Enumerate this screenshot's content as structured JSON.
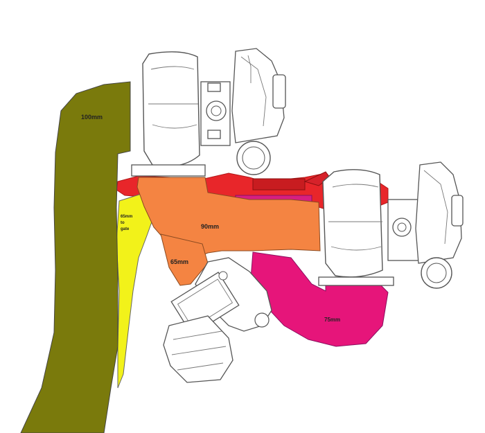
{
  "labels": {
    "pipe_100": "100mm",
    "pipe_90": "90mm",
    "pipe_65": "65mm",
    "pipe_75": "75mm",
    "gate_line1": "65mm",
    "gate_line2": "to",
    "gate_line3": "gate"
  },
  "colors": {
    "pipe_100": "#7a7a0c",
    "pipe_90": "#f48442",
    "pipe_75": "#e6157a",
    "gate_pipe": "#f2f21a",
    "manifold_red": "#e8262a",
    "outline": "#555555"
  },
  "icons": [
    "large-turbocharger-icon",
    "small-turbocharger-icon",
    "wastegate-icon",
    "exhaust-manifold-icon"
  ]
}
